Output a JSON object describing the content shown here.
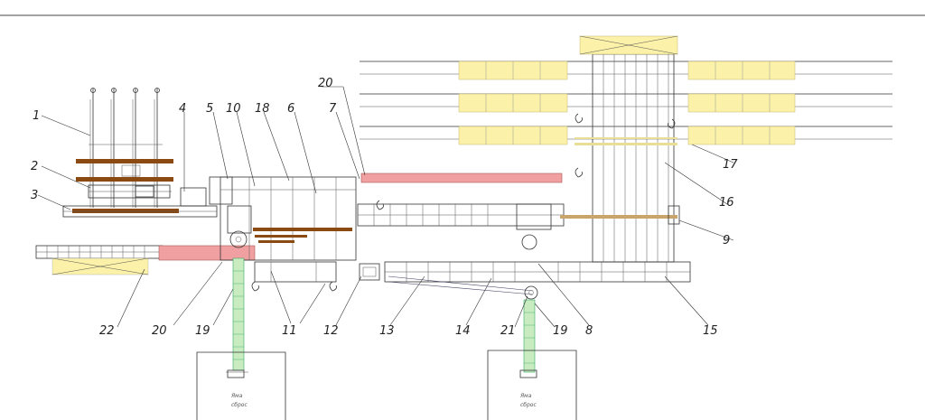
{
  "colors": {
    "line": "#333333",
    "timber_brown": "#8b4a12",
    "pink_conveyor": "#f0a0a0",
    "pale_yellow": "#f7f0b0",
    "pale_green": "#c8ecc0",
    "yellow_block": "#fbf1a8",
    "beige_bar": "#c9a46c"
  },
  "callouts": {
    "n1": "1",
    "n2": "2",
    "n3": "3",
    "n4": "4",
    "n5": "5",
    "n10": "10",
    "n18": "18",
    "n6": "6",
    "n20a": "20",
    "n7": "7",
    "n16": "16",
    "n17": "17",
    "n9": "9",
    "n22": "22",
    "n20b": "20",
    "n19a": "19",
    "n11": "11",
    "n12": "12",
    "n13": "13",
    "n14": "14",
    "n21": "21",
    "n19b": "19",
    "n8": "8",
    "n15": "15"
  },
  "pits": {
    "left": [
      "Ямa",
      "сброс"
    ],
    "right": [
      "Ямa",
      "сброс"
    ]
  }
}
